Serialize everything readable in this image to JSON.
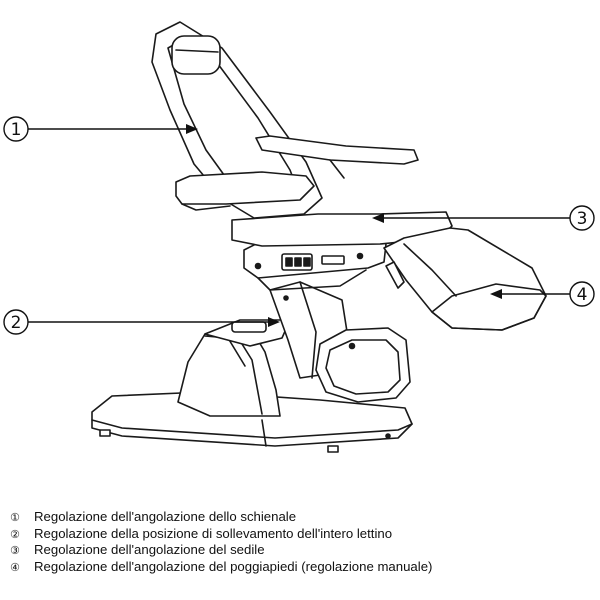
{
  "callouts": [
    "1",
    "2",
    "3",
    "4"
  ],
  "legend": [
    {
      "marker": "①",
      "text": "Regolazione dell'angolazione dello schienale"
    },
    {
      "marker": "②",
      "text": "Regolazione della posizione di sollevamento dell'intero lettino"
    },
    {
      "marker": "③",
      "text": "Regolazione dell'angolazione del sedile"
    },
    {
      "marker": "④",
      "text": "Regolazione dell'angolazione del poggiapiedi (regolazione manuale)"
    }
  ]
}
